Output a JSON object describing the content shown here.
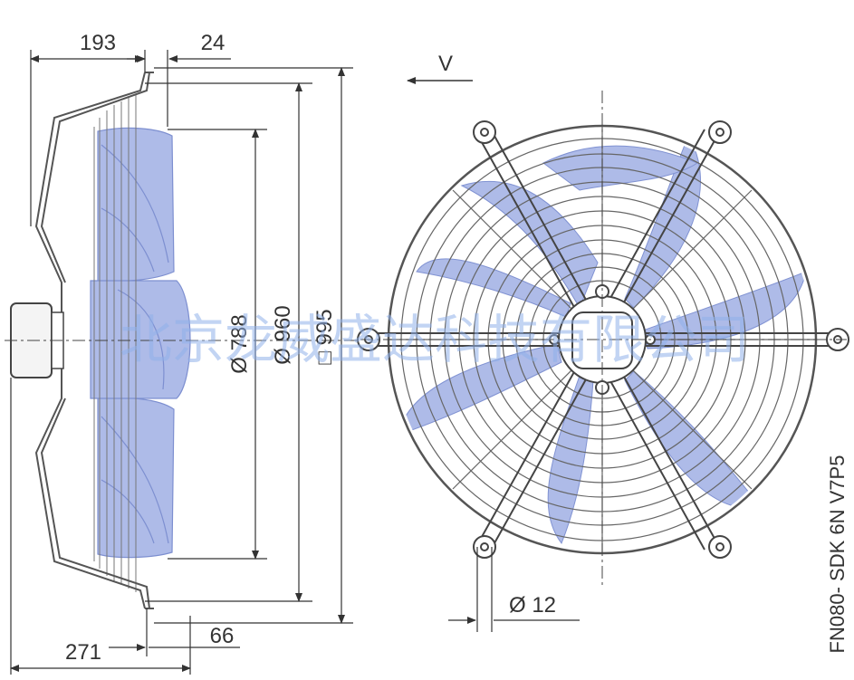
{
  "colors": {
    "line": "#333333",
    "guard": "#6f6f6f",
    "blade": "#aebbe8",
    "blade_edge": "#7d8fd0",
    "watermark": "#8fb1ea"
  },
  "dimensions": {
    "d193": "193",
    "d24": "24",
    "d271": "271",
    "d66": "66",
    "d788": "Ø 788",
    "d960": "Ø 960",
    "d995": "□ 995",
    "d12": "Ø 12"
  },
  "airflow_label": "V",
  "model_label": "FN080- SDK 6N V7P5",
  "watermark": "北京龙威盛达科技有限公司"
}
